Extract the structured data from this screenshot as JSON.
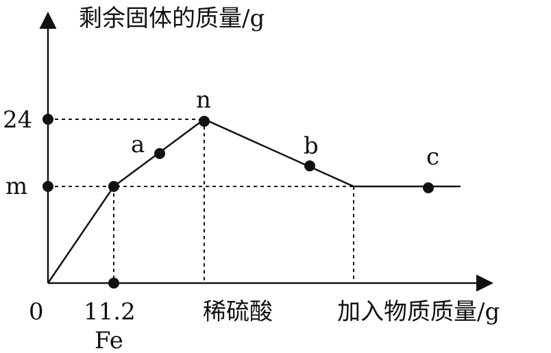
{
  "chart_data": {
    "type": "line",
    "ylabel": "剩余固体的质量/g",
    "xlabel": "加入物质质量/g",
    "origin_label": "0",
    "y_ticks": [
      "24",
      "m"
    ],
    "x_ticks": [
      "11.2"
    ],
    "x_tick_sub": "Fe",
    "segment_label": "稀硫酸",
    "points": [
      {
        "label": "a"
      },
      {
        "label": "n"
      },
      {
        "label": "b"
      },
      {
        "label": "c"
      }
    ]
  }
}
